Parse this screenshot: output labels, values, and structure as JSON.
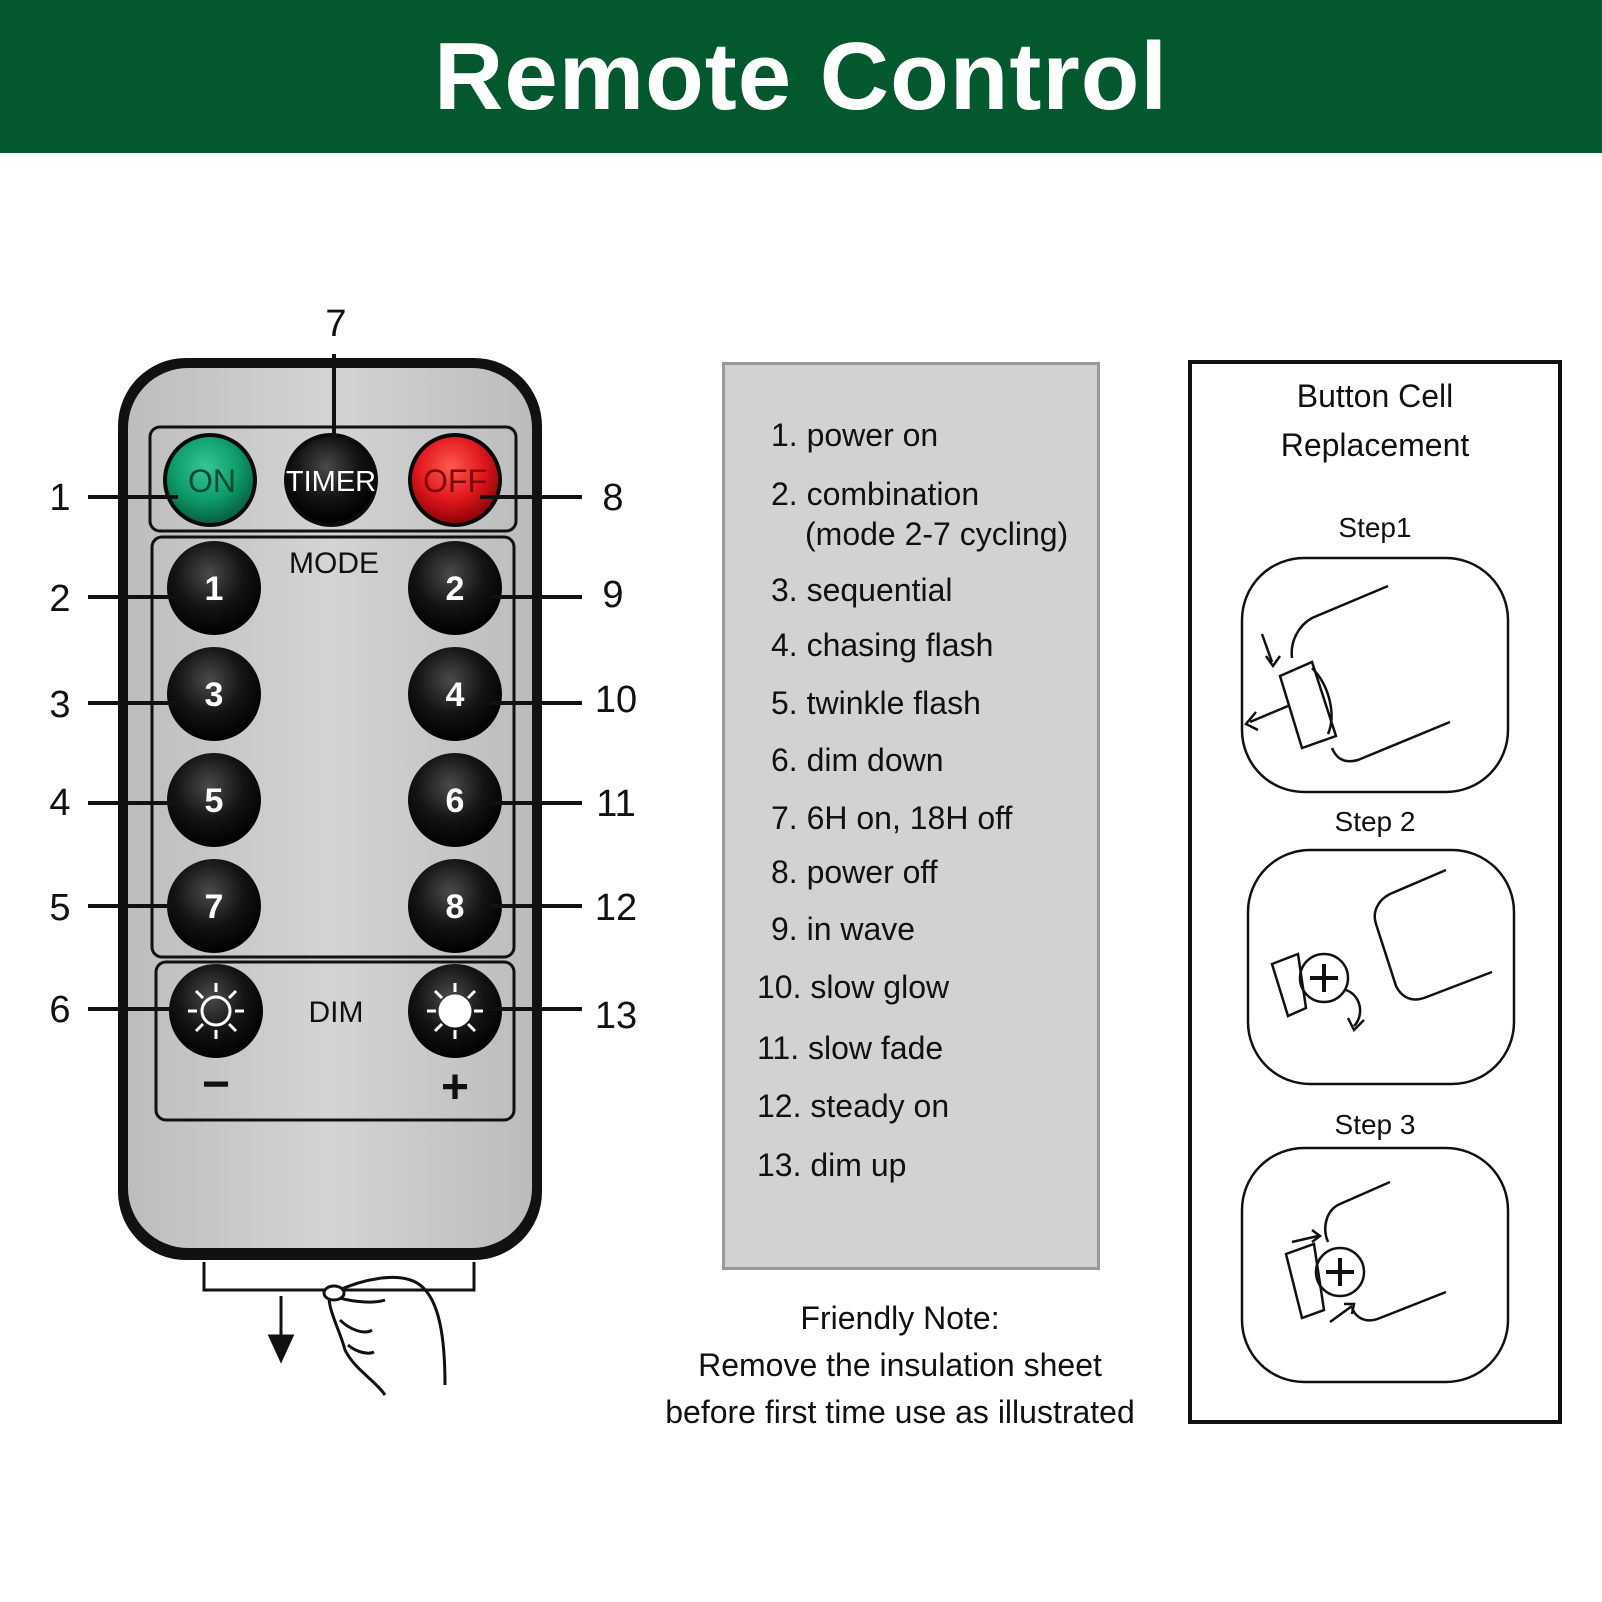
{
  "title": "Remote Control",
  "remote": {
    "top_buttons": {
      "on": "ON",
      "timer": "TIMER",
      "off": "OFF"
    },
    "mode_label": "MODE",
    "mode_buttons": [
      "1",
      "2",
      "3",
      "4",
      "5",
      "6",
      "7",
      "8"
    ],
    "dim_label": "DIM",
    "minus_label": "−",
    "plus_label": "+"
  },
  "callouts": {
    "left": [
      "1",
      "2",
      "3",
      "4",
      "5",
      "6"
    ],
    "top": "7",
    "right": [
      "8",
      "9",
      "10",
      "11",
      "12",
      "13"
    ]
  },
  "legend": [
    "1. power on",
    "2. combination",
    "(mode 2-7 cycling)",
    "3. sequential",
    "4. chasing flash",
    "5. twinkle flash",
    "6. dim down",
    "7. 6H on, 18H off",
    "8. power off",
    "9. in wave",
    "10. slow glow",
    "11. slow fade",
    "12. steady on",
    "13. dim up"
  ],
  "note": {
    "line1": "Friendly Note:",
    "line2": "Remove the insulation sheet",
    "line3": "before first time use as illustrated"
  },
  "button_cell": {
    "title_line1": "Button Cell",
    "title_line2": "Replacement",
    "steps": [
      "Step1",
      "Step 2",
      "Step 3"
    ]
  },
  "colors": {
    "banner": "#03582e",
    "on_button": "#0fa371",
    "off_button": "#e5262a",
    "remote_body": "#c8c8c8",
    "legend_bg": "#d2d2d2"
  }
}
